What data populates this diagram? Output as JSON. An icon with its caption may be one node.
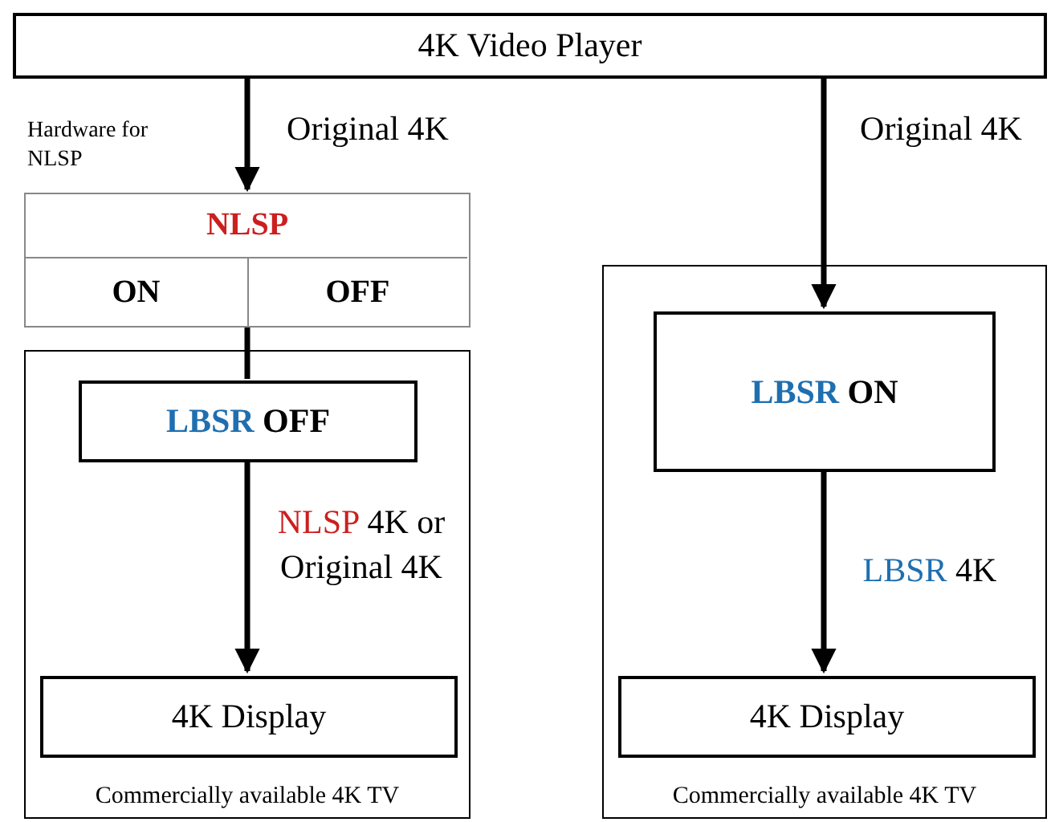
{
  "diagram": {
    "nodes": [
      {
        "text": [
          "4K Video Player"
        ]
      },
      {
        "text": [
          "NLSP",
          "ON",
          "OFF"
        ],
        "beside": [
          "Hardware for NLSP"
        ]
      },
      {
        "text": [
          "Commercially available 4K TV"
        ]
      },
      {
        "text": [
          "LBSR OFF"
        ],
        "in": 2
      },
      {
        "text": [
          "4K Display"
        ],
        "in": 2
      },
      {
        "text": [
          "Commercially available 4K TV"
        ]
      },
      {
        "text": [
          "LBSR ON"
        ],
        "in": 5
      },
      {
        "text": [
          "4K Display"
        ],
        "in": 5
      }
    ],
    "edges": [
      {
        "from": 0,
        "to": 1,
        "arrow": "to",
        "label": "Original 4K"
      },
      {
        "from": 1,
        "to": 3,
        "arrow": "none"
      },
      {
        "from": 3,
        "to": 4,
        "arrow": "to",
        "label": "NLSP 4K or Original 4K"
      },
      {
        "from": 0,
        "to": 6,
        "arrow": "to",
        "label": "Original 4K"
      },
      {
        "from": 6,
        "to": 7,
        "arrow": "to",
        "label": "LBSR 4K"
      }
    ]
  }
}
